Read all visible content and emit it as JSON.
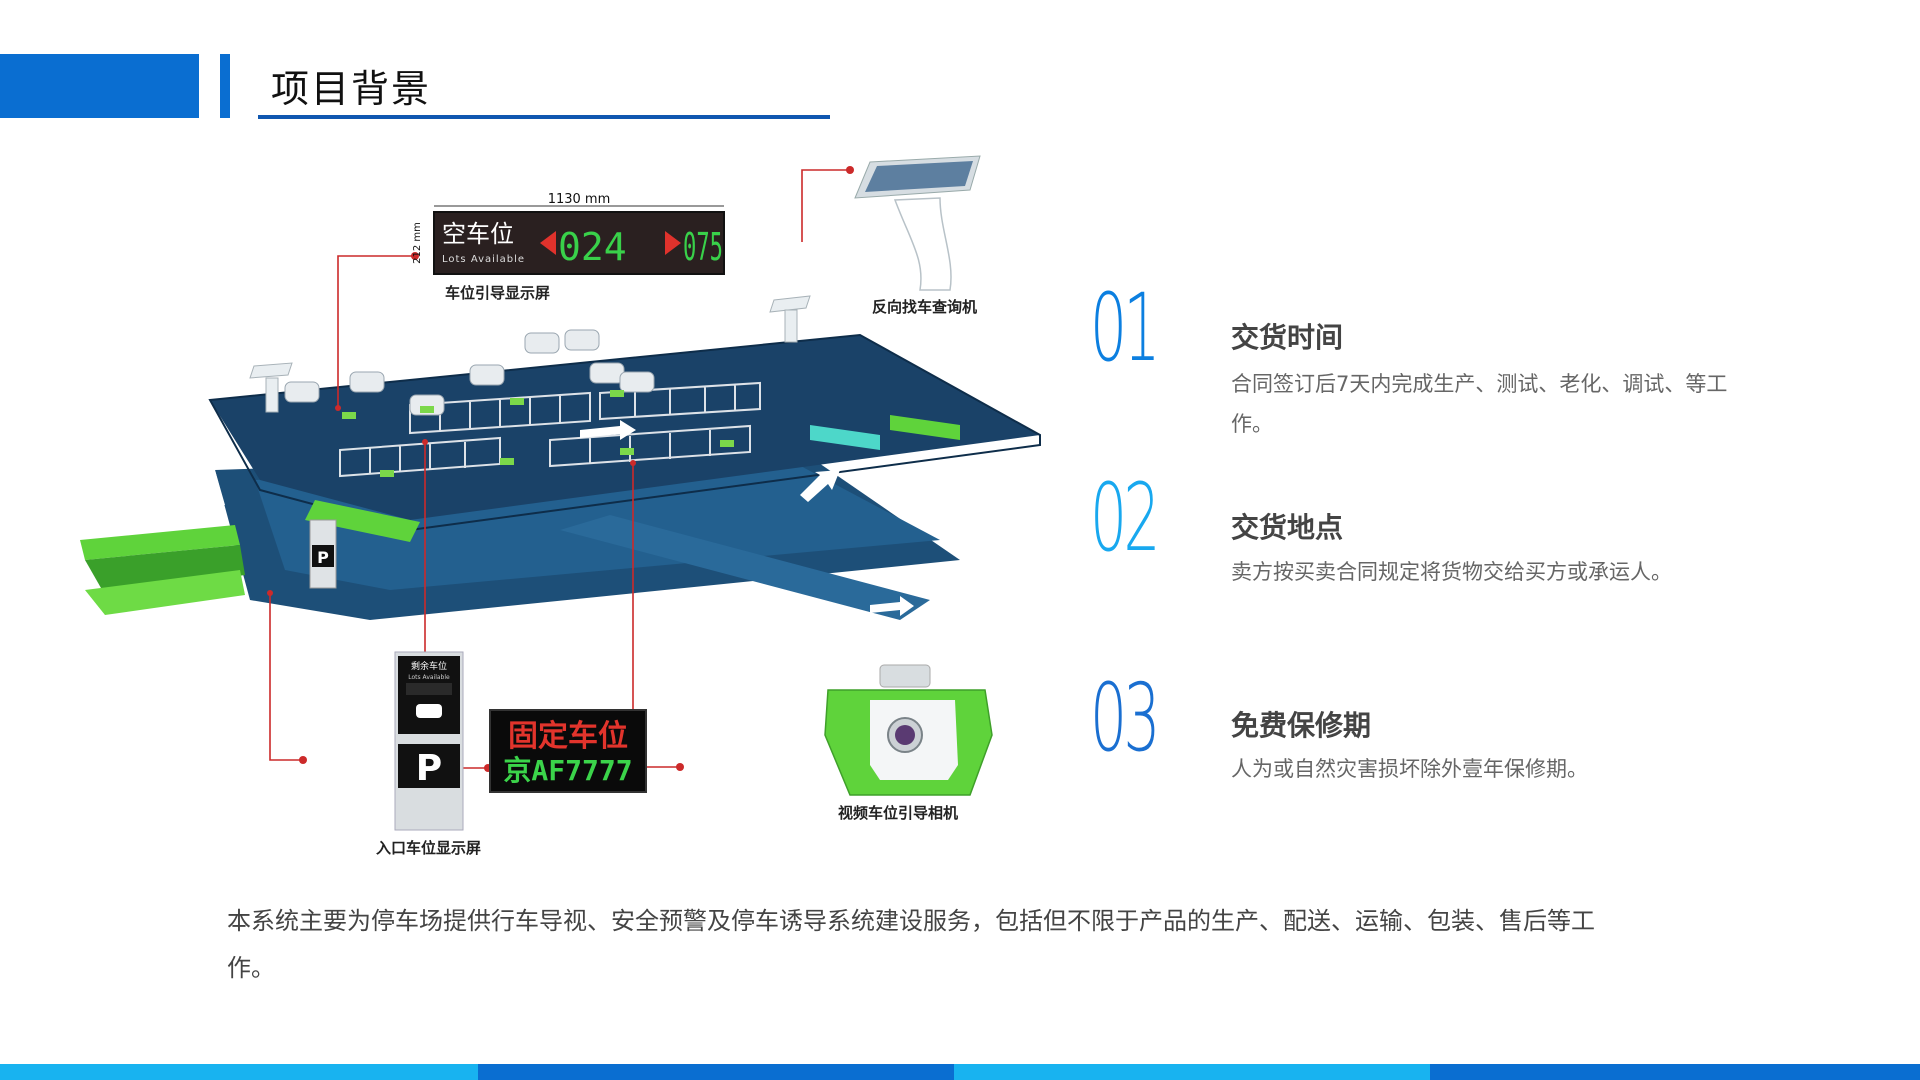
{
  "header": {
    "title": "项目背景"
  },
  "illustration": {
    "dimension_width": "1130 mm",
    "dimension_height": "212 mm",
    "sign_main": "空车位",
    "sign_sub": "Lots Available",
    "sign_left_num": "024",
    "sign_right_num": "075",
    "label_guidance_screen": "车位引导显示屏",
    "label_reverse_kiosk": "反向找车查询机",
    "label_entrance_screen": "入口车位显示屏",
    "label_camera": "视频车位引导相机",
    "pillar_heading": "剩余车位",
    "pillar_sub": "Lots Available",
    "pillar_p": "P",
    "led_line1": "固定车位",
    "led_line2": "京AF7777"
  },
  "items": [
    {
      "num": "01",
      "title": "交货时间",
      "desc": "合同签订后7天内完成生产、测试、老化、调试、等工作。"
    },
    {
      "num": "02",
      "title": "交货地点",
      "desc": "卖方按买卖合同规定将货物交给买方或承运人。"
    },
    {
      "num": "03",
      "title": "免费保修期",
      "desc": "人为或自然灾害损坏除外壹年保修期。"
    }
  ],
  "paragraph": "本系统主要为停车场提供行车导视、安全预警及停车诱导系统建设服务，包括但不限于产品的生产、配送、运输、包装、售后等工作。",
  "colors": {
    "primary": "#0a6ed1",
    "accent": "#18b3f0",
    "green": "#5fd33b"
  }
}
